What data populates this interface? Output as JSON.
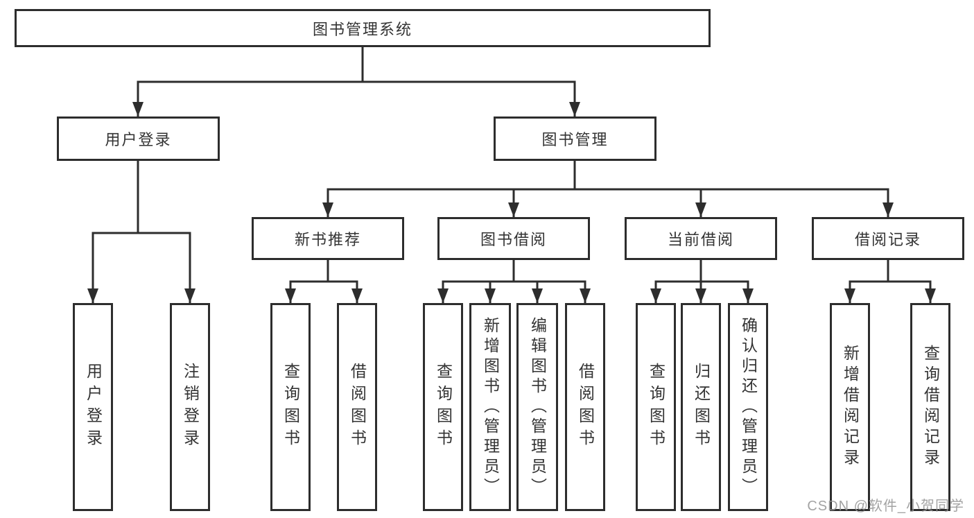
{
  "diagram": {
    "type": "tree",
    "title": "图书管理系统",
    "tree": {
      "label": "图书管理系统",
      "children": [
        {
          "label": "用户登录",
          "children": [
            {
              "label": "用户登录"
            },
            {
              "label": "注销登录"
            }
          ]
        },
        {
          "label": "图书管理",
          "children": [
            {
              "label": "新书推荐",
              "children": [
                {
                  "label": "查询图书"
                },
                {
                  "label": "借阅图书"
                }
              ]
            },
            {
              "label": "图书借阅",
              "children": [
                {
                  "label": "查询图书"
                },
                {
                  "label": "新增图书（管理员）"
                },
                {
                  "label": "编辑图书（管理员）"
                },
                {
                  "label": "借阅图书"
                }
              ]
            },
            {
              "label": "当前借阅",
              "children": [
                {
                  "label": "查询图书"
                },
                {
                  "label": "归还图书"
                },
                {
                  "label": "确认归还（管理员）"
                }
              ]
            },
            {
              "label": "借阅记录",
              "children": [
                {
                  "label": "新增借阅记录"
                },
                {
                  "label": "查询借阅记录"
                }
              ]
            }
          ]
        }
      ]
    },
    "colors": {
      "line": "#2d2d2d",
      "text": "#333333",
      "background": "#ffffff",
      "watermark": "#969696"
    }
  },
  "watermark": {
    "text": "CSDN @软件_小贺同学"
  }
}
